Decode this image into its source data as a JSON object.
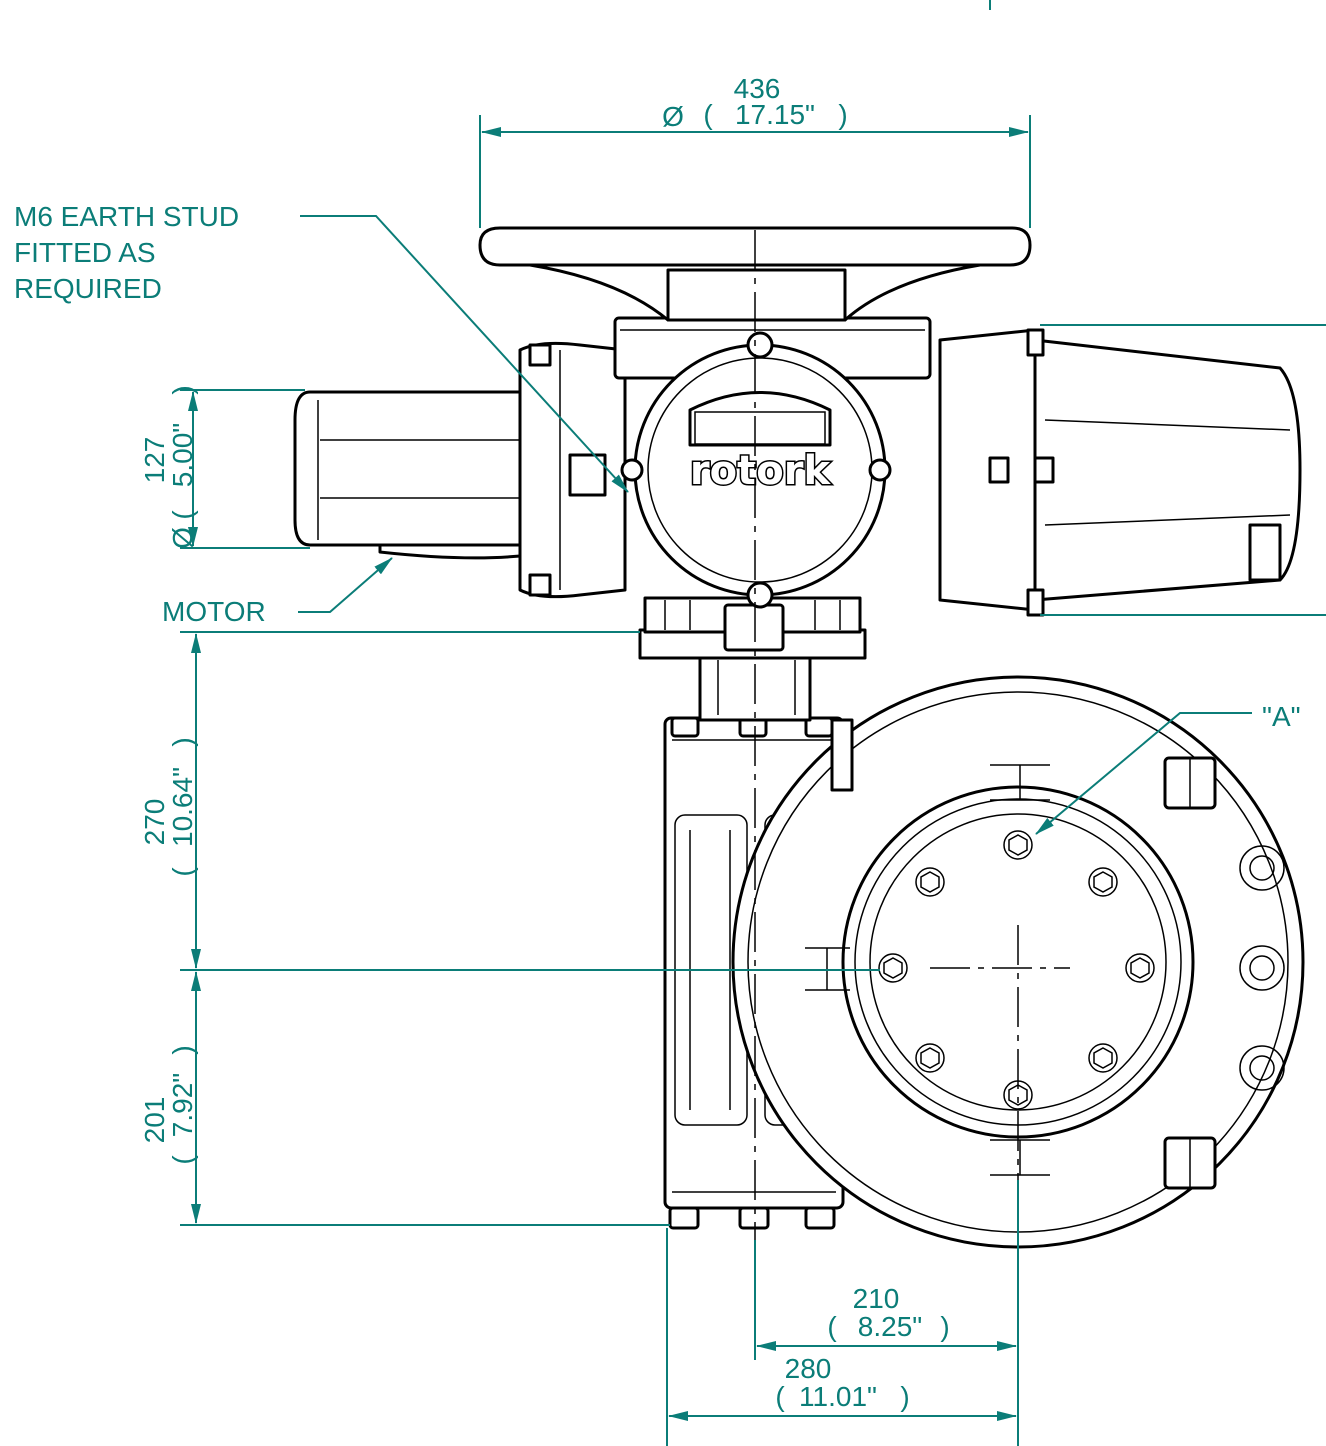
{
  "dimensions": {
    "handwheel_diameter": {
      "mm": "436",
      "symbol": "Ø",
      "inch": "17.15\""
    },
    "motor_diameter": {
      "mm": "127",
      "symbol": "Ø",
      "inch": "5.00\""
    },
    "height_upper": {
      "mm": "270",
      "inch": "10.64\""
    },
    "height_lower": {
      "mm": "201",
      "inch": "7.92\""
    },
    "offset_inner": {
      "mm": "210",
      "inch": "8.25\""
    },
    "offset_outer": {
      "mm": "280",
      "inch": "11.01\""
    }
  },
  "callouts": {
    "earth_stud": [
      "M6 EARTH STUD",
      "FITTED AS",
      "REQUIRED"
    ],
    "motor": "MOTOR",
    "view_a": "\"A\""
  },
  "brand": "rotork"
}
